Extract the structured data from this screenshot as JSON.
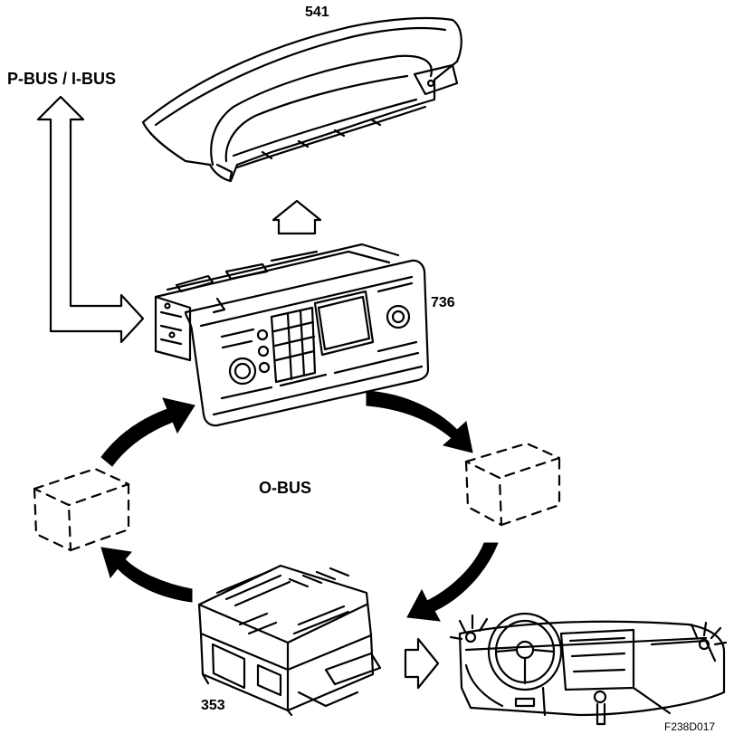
{
  "labels": {
    "display_unit": "541",
    "bus_left": "P-BUS / I-BUS",
    "head_unit": "736",
    "center_bus": "O-BUS",
    "amplifier": "353",
    "figure_ref": "F238D017"
  },
  "colors": {
    "line": "#000000",
    "background": "#ffffff"
  },
  "icons": {
    "up_arrow": "hollow-up-arrow",
    "right_arrow": "hollow-right-arrow",
    "bus_arrow": "hollow-elbow-arrow",
    "ring_arrow": "curved-solid-arrow"
  }
}
